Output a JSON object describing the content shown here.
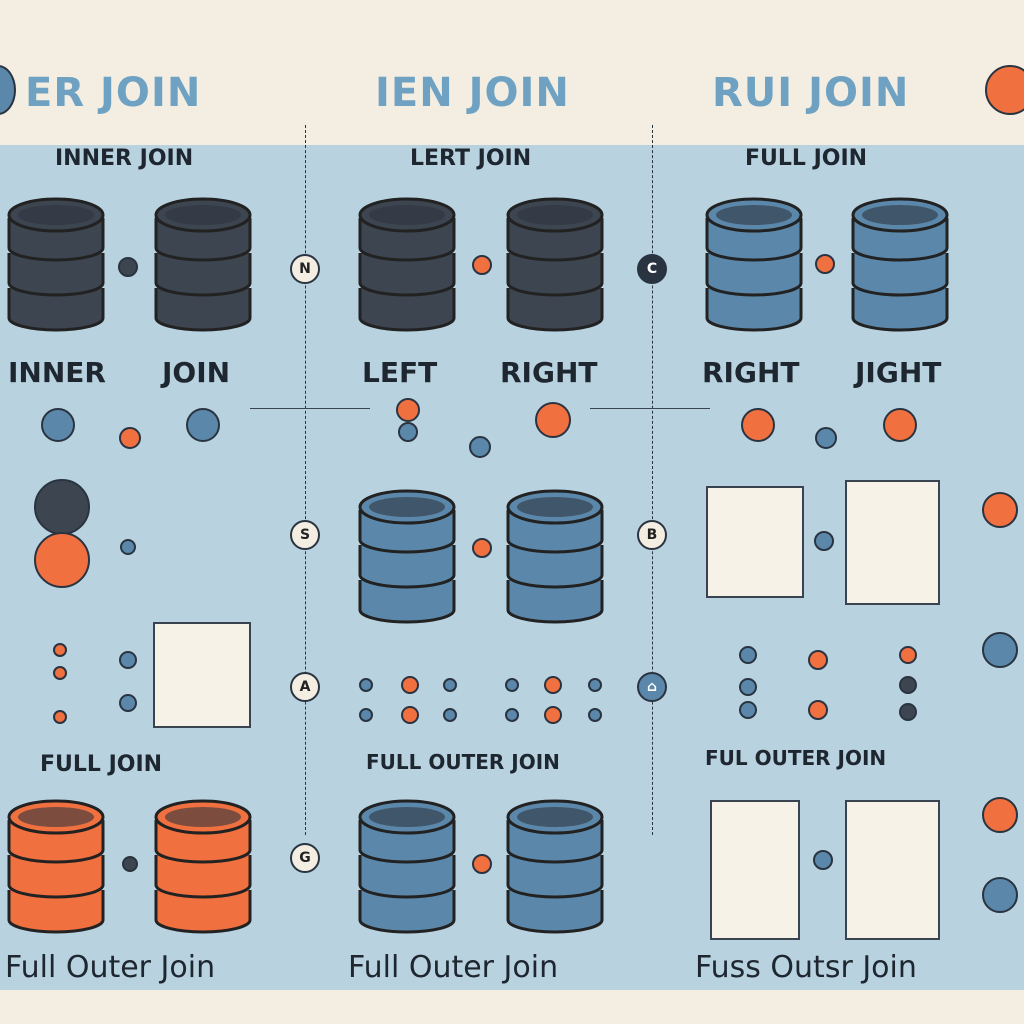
{
  "colors": {
    "dark": "#3d4550",
    "blue": "#5b88aa",
    "orange": "#f07040",
    "background": "#b8d2e0",
    "cream": "#f3eee1"
  },
  "header": [
    "ER JOIN",
    "IEN JOIN",
    "RUI JOIN"
  ],
  "section_titles": [
    "INNER JOIN",
    "LERT JOIN",
    "FULL JOIN"
  ],
  "db_labels": [
    [
      "INNER",
      "JOIN"
    ],
    [
      "LEFT",
      "RIGHT"
    ],
    [
      "RIGHT",
      "JIGHT"
    ]
  ],
  "mid_title": [
    "FULL JOIN",
    "FULL OUTER JOIN",
    "FUL OUTER JOIN"
  ],
  "badges": [
    "N",
    "S",
    "A",
    "C",
    "B",
    "G",
    "⌂"
  ],
  "footer": [
    "Full Outer Join",
    "Full Outer Join",
    "Fuss Outsr Join"
  ]
}
